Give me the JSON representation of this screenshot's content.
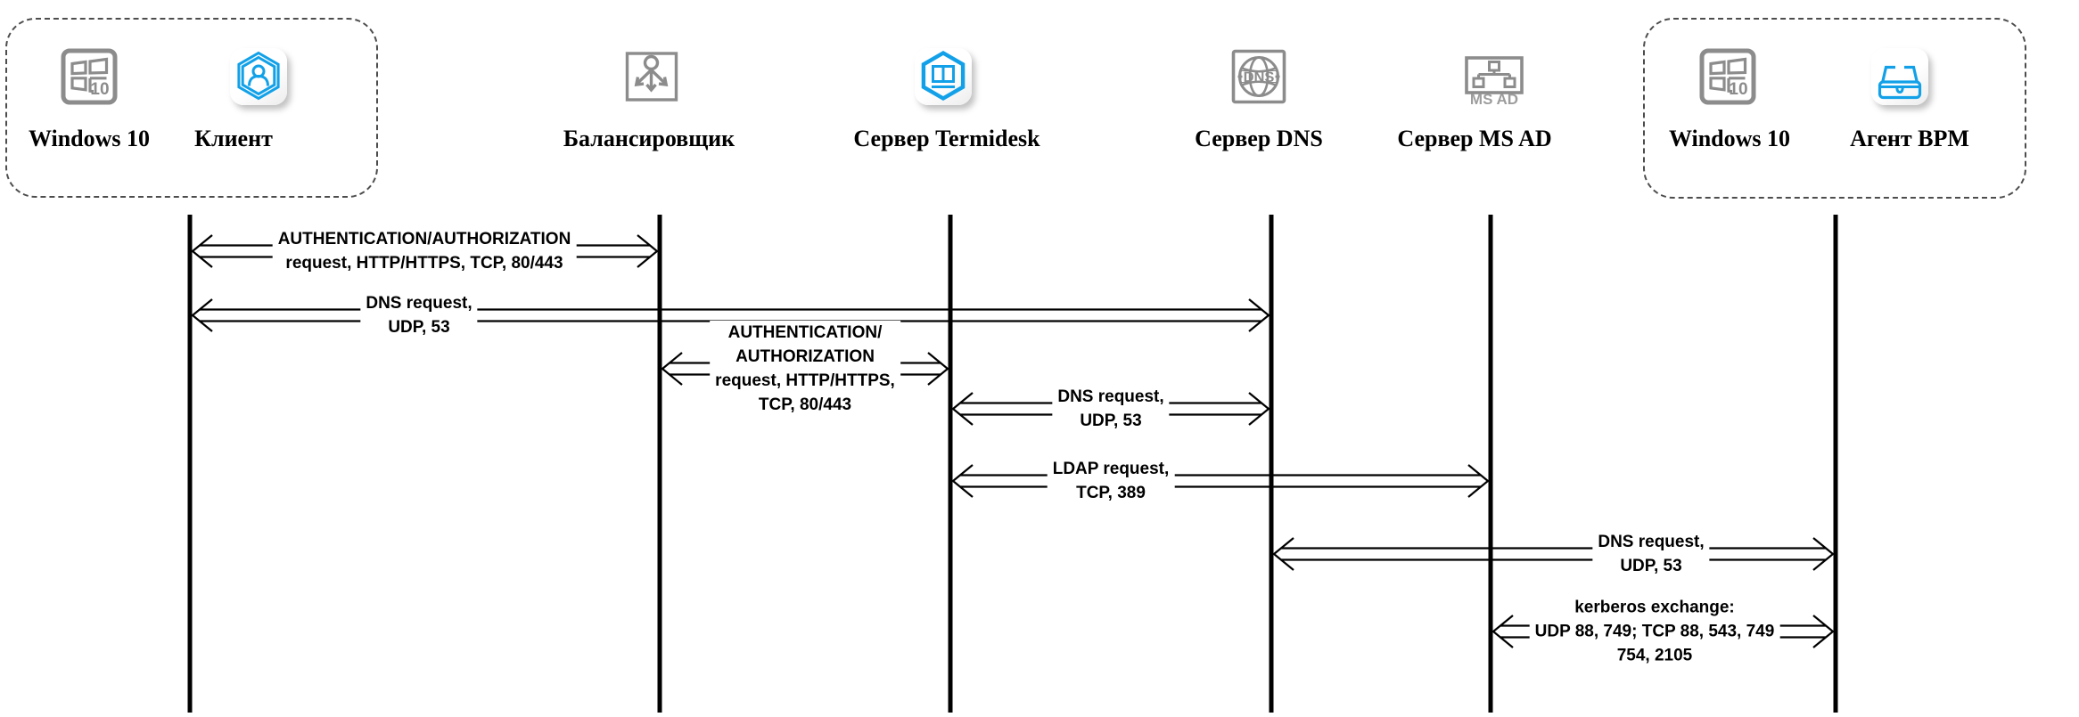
{
  "colors": {
    "accent_blue": "#12a1e8",
    "icon_gray": "#8c8c8c",
    "line_black": "#000000"
  },
  "icon_texts": {
    "win10": "10",
    "dns": "DNS",
    "msad": "MS AD"
  },
  "entities": [
    {
      "id": "windows10-left",
      "label": "Windows 10",
      "icon": "windows-10-icon"
    },
    {
      "id": "client",
      "label": "Клиент",
      "icon": "hexagon-user-icon"
    },
    {
      "id": "balancer",
      "label": "Балансировщик",
      "icon": "load-balancer-icon"
    },
    {
      "id": "termidesk",
      "label": "Сервер Termidesk",
      "icon": "hexagon-screen-icon"
    },
    {
      "id": "dns",
      "label": "Сервер DNS",
      "icon": "dns-globe-icon"
    },
    {
      "id": "msad",
      "label": "Сервер MS AD",
      "icon": "ad-tree-icon"
    },
    {
      "id": "windows10-right",
      "label": "Windows 10",
      "icon": "windows-10-icon"
    },
    {
      "id": "bpm",
      "label": "Агент BPM",
      "icon": "glasses-icon"
    }
  ],
  "groups": [
    {
      "id": "client-machine",
      "members": [
        "windows10-left",
        "client"
      ]
    },
    {
      "id": "agent-machine",
      "members": [
        "windows10-right",
        "bpm"
      ]
    }
  ],
  "messages": [
    {
      "from": "Клиент",
      "to": "Балансировщик",
      "lines": [
        "AUTHENTICATION/AUTHORIZATION",
        "request, HTTP/HTTPS, TCP, 80/443"
      ]
    },
    {
      "from": "Клиент",
      "to": "Сервер DNS",
      "lines": [
        "DNS request,",
        "UDP, 53"
      ]
    },
    {
      "from": "Балансировщик",
      "to": "Сервер Termidesk",
      "lines": [
        "AUTHENTICATION/",
        "AUTHORIZATION",
        "request, HTTP/HTTPS,",
        "TCP, 80/443"
      ]
    },
    {
      "from": "Сервер Termidesk",
      "to": "Сервер DNS",
      "lines": [
        "DNS request,",
        "UDP, 53"
      ]
    },
    {
      "from": "Сервер Termidesk",
      "to": "Сервер MS AD",
      "lines": [
        "LDAP request,",
        "TCP, 389"
      ]
    },
    {
      "from": "Сервер DNS",
      "to": "Агент BPM",
      "lines": [
        "DNS request,",
        "UDP, 53"
      ]
    },
    {
      "from": "Сервер MS AD",
      "to": "Агент BPM",
      "lines": [
        "kerberos exchange:",
        "UDP 88, 749; TCP 88, 543, 749",
        "754, 2105"
      ]
    }
  ]
}
